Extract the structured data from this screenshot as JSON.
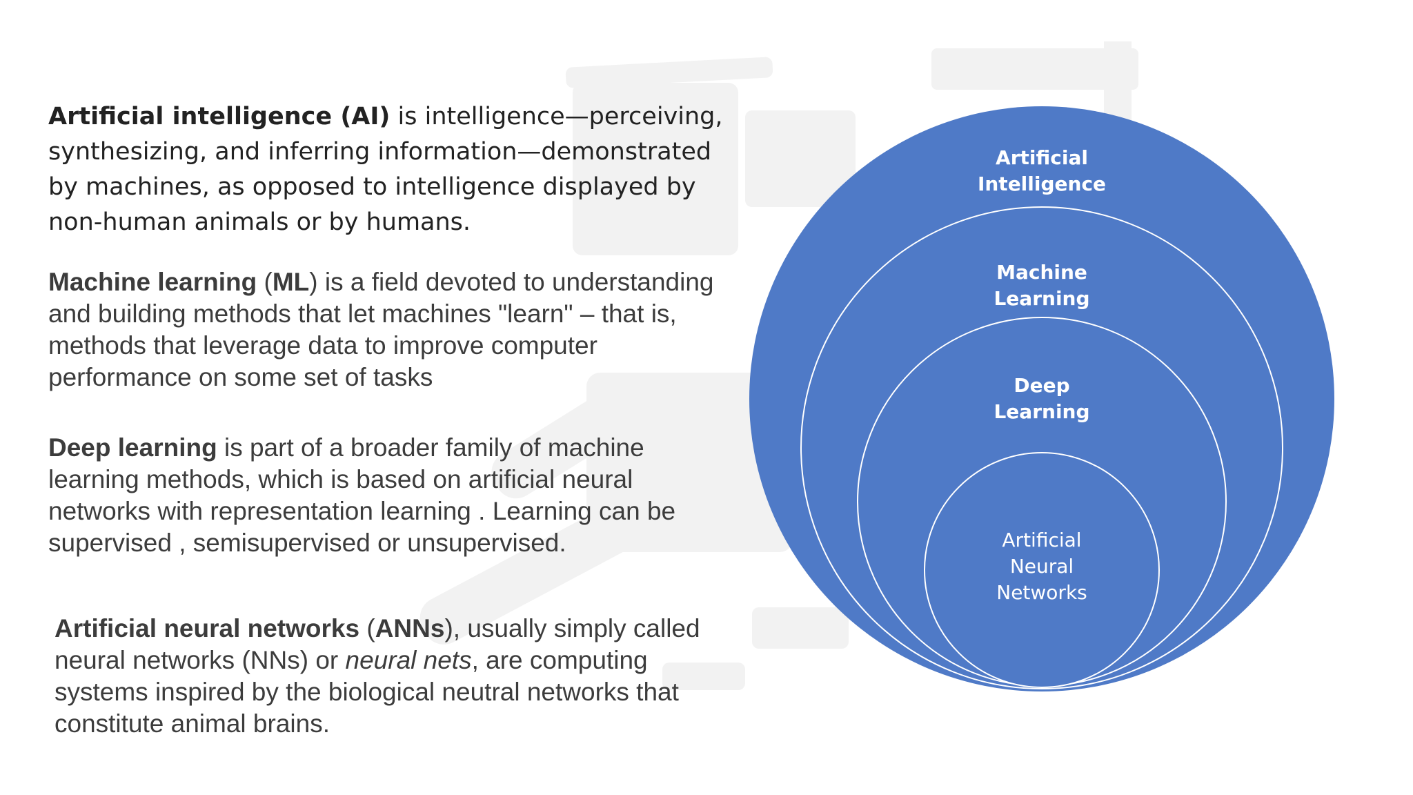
{
  "paragraphs": {
    "ai": {
      "term": "Artificial intelligence (AI)",
      "text": " is intelligence—perceiving, synthesizing, and inferring information—demonstrated by machines, as opposed to intelligence displayed by non-human animals or by humans."
    },
    "ml": {
      "term": "Machine learning",
      "open_paren": " (",
      "abbr": "ML",
      "text": ") is a field devoted to understanding and building methods that let machines \"learn\" – that is, methods that leverage data to improve computer performance on some set of tasks"
    },
    "dl": {
      "term": "Deep learning",
      "text": " is part of a broader family of machine learning methods, which is based on artificial neural networks with representation learning . Learning can be supervised , semisupervised  or unsupervised."
    },
    "ann": {
      "term": "Artificial neural networks",
      "open_paren": " (",
      "abbr": "ANNs",
      "text_1": "), usually simply called neural networks (NNs) or ",
      "italic": "neural nets",
      "text_2": ", are computing systems inspired by the biological neutral networks  that constitute animal brains."
    }
  },
  "diagram": {
    "fill_color": "#4f7ac7",
    "stroke_color": "#ffffff",
    "circles": [
      {
        "lines": [
          "Artificial",
          "Intelligence"
        ],
        "bold": true
      },
      {
        "lines": [
          "Machine",
          "Learning"
        ],
        "bold": true
      },
      {
        "lines": [
          "Deep",
          "Learning"
        ],
        "bold": true
      },
      {
        "lines": [
          "Artificial",
          "Neural",
          "Networks"
        ],
        "bold": false
      }
    ]
  }
}
